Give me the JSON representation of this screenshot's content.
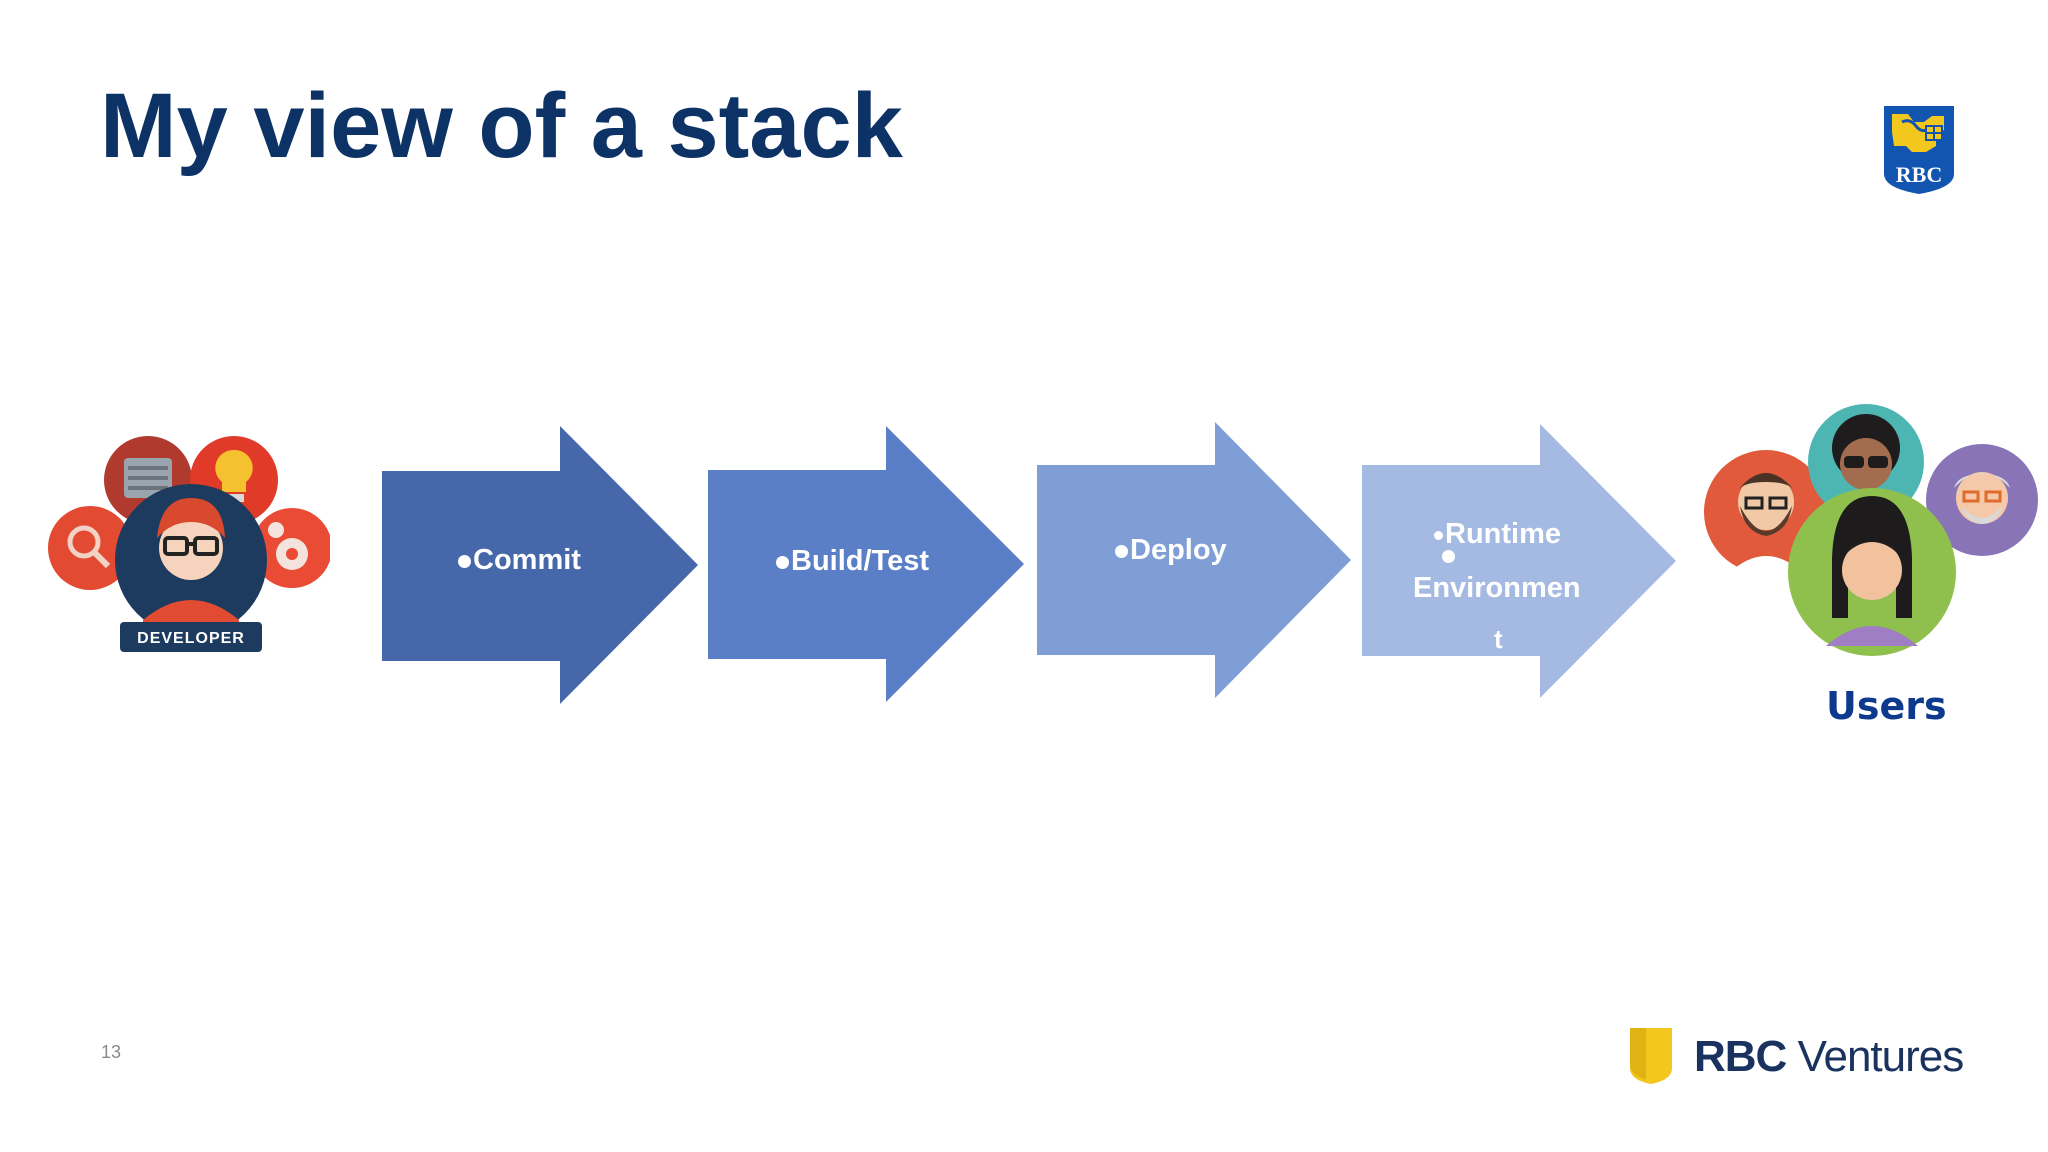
{
  "slide": {
    "title": "My view of a stack",
    "page_number": "13"
  },
  "developer": {
    "badge": "DEVELOPER"
  },
  "pipeline": [
    {
      "label": "Commit",
      "color": "#4668ab"
    },
    {
      "label": "Build/Test",
      "color": "#5b7fc6"
    },
    {
      "label": "Deploy",
      "color": "#7f9ed6"
    },
    {
      "label_line1": "Runtime",
      "label_line2": "Environmen",
      "label_line3": "t",
      "color": "#a5bae2"
    }
  ],
  "users": {
    "label": "Users"
  },
  "branding": {
    "top_logo_text": "RBC",
    "footer_brand_bold": "RBC",
    "footer_brand_light": "Ventures",
    "brand_blue": "#0d3266",
    "brand_gold": "#f2c81e"
  }
}
